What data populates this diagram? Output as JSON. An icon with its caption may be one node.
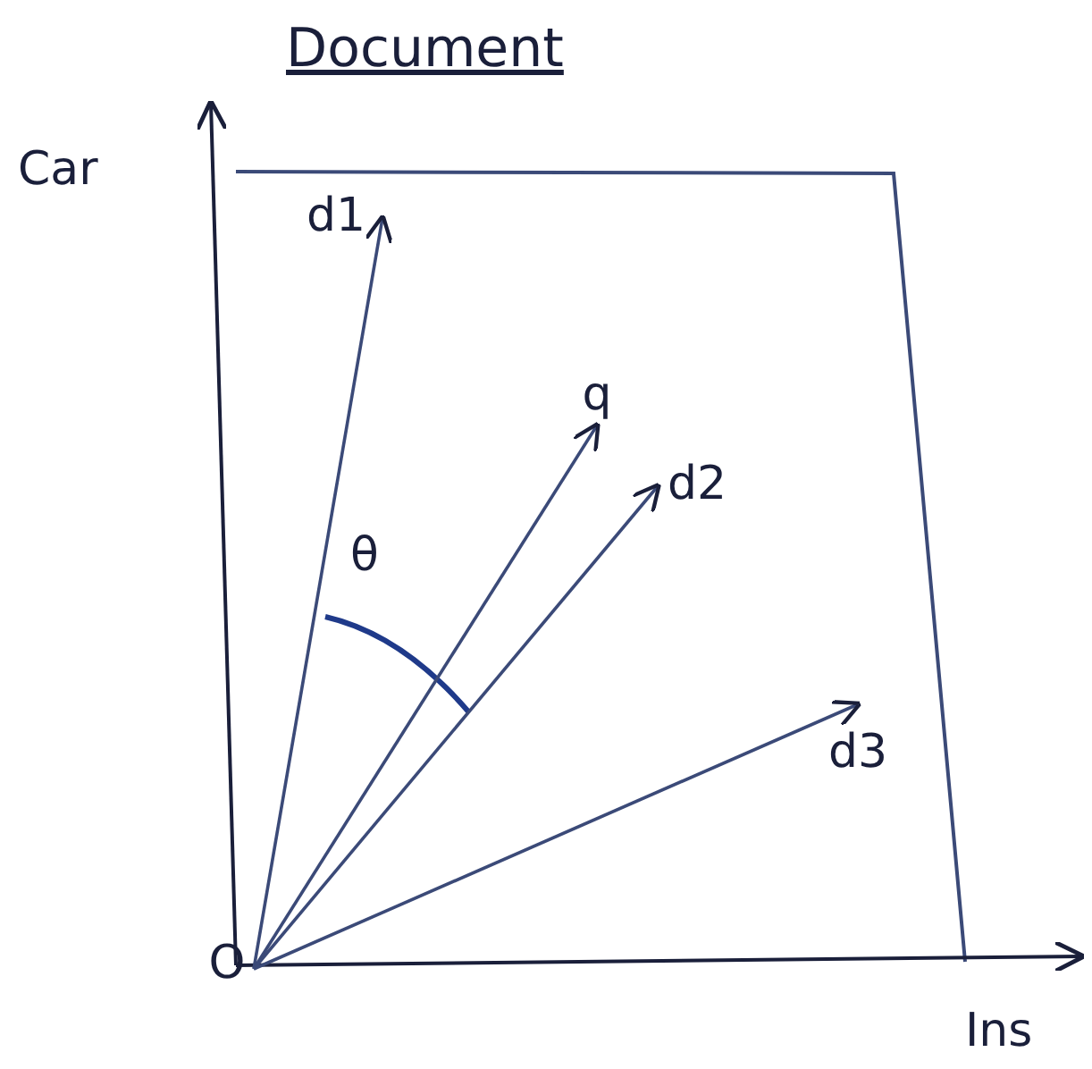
{
  "diagram": {
    "title": "Document",
    "nodes": [
      {
        "text": [
          "O"
        ]
      },
      {
        "text": [
          "d1"
        ]
      },
      {
        "text": [
          "q"
        ]
      },
      {
        "text": [
          "d2"
        ]
      },
      {
        "text": [
          "d3"
        ]
      }
    ],
    "edges": [
      {
        "from": 0,
        "to": 1,
        "arrow": "to"
      },
      {
        "from": 0,
        "to": 2,
        "arrow": "to"
      },
      {
        "from": 0,
        "to": 3,
        "arrow": "to"
      },
      {
        "from": 0,
        "to": 4,
        "arrow": "to"
      }
    ],
    "labels": [
      "Car",
      "θ",
      "Ins"
    ]
  }
}
